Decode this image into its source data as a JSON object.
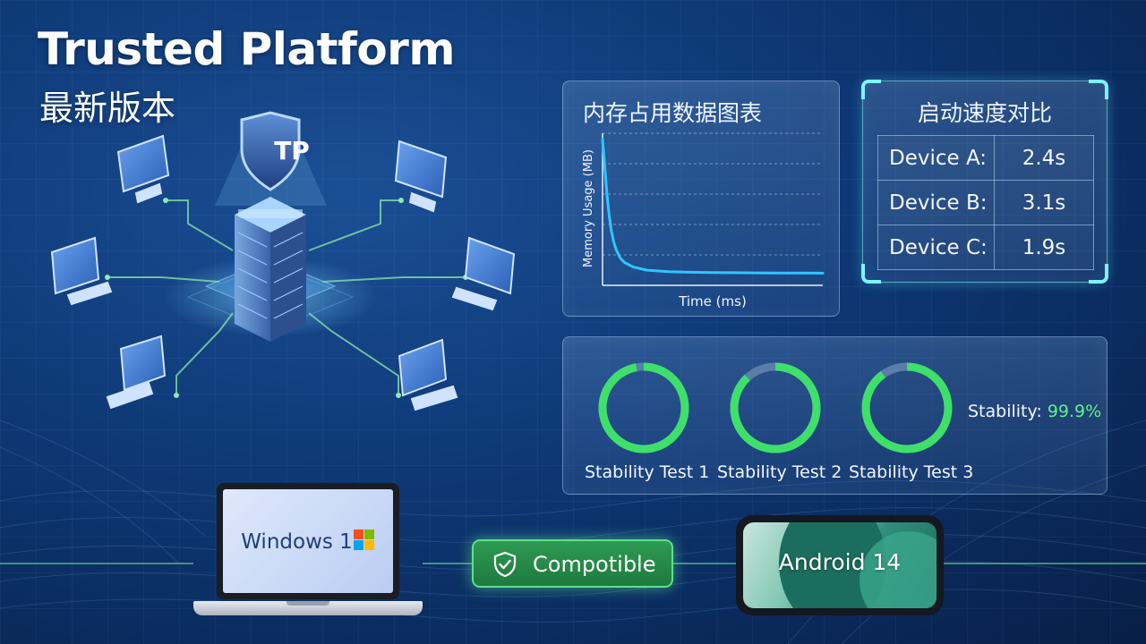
{
  "header": {
    "title": "Trusted Platform",
    "subtitle": "最新版本"
  },
  "hub": {
    "shield_text": "TP"
  },
  "memory_panel": {
    "title": "内存占用数据图表",
    "chart_data": {
      "type": "line",
      "xlabel": "Time (ms)",
      "ylabel": "Memory Usage (MB)",
      "grid": true,
      "series": [
        {
          "x": [
            0,
            1,
            2,
            3,
            4,
            5,
            6,
            8,
            10,
            14,
            20,
            30,
            40,
            50,
            60,
            70,
            80,
            90,
            100
          ],
          "y": [
            96,
            78,
            60,
            46,
            36,
            29,
            24,
            18,
            15,
            12,
            10,
            9,
            8.6,
            8.4,
            8.3,
            8.2,
            8.1,
            8.1,
            8.0
          ]
        }
      ],
      "xlim": [
        0,
        100
      ],
      "ylim": [
        0,
        100
      ],
      "line_color": "#2fc6ff"
    }
  },
  "speed_panel": {
    "title": "启动速度对比",
    "rows": [
      {
        "device": "Device A:",
        "time": "2.4s"
      },
      {
        "device": "Device B:",
        "time": "3.1s"
      },
      {
        "device": "Device C:",
        "time": "1.9s"
      }
    ]
  },
  "stability_panel": {
    "tests": [
      {
        "label": "Stability Test 1",
        "fraction": 0.97
      },
      {
        "label": "Stability Test 2",
        "fraction": 0.88
      },
      {
        "label": "Stability Test 3",
        "fraction": 0.9
      }
    ],
    "summary_label": "Stability:",
    "summary_value": "99.9%",
    "ring_color": "#3ee06a",
    "ring_track_color": "#5a7ea8"
  },
  "compat_row": {
    "laptop_label": "Windows 1",
    "badge_label": "Compotible",
    "phone_label": "Android 14"
  }
}
